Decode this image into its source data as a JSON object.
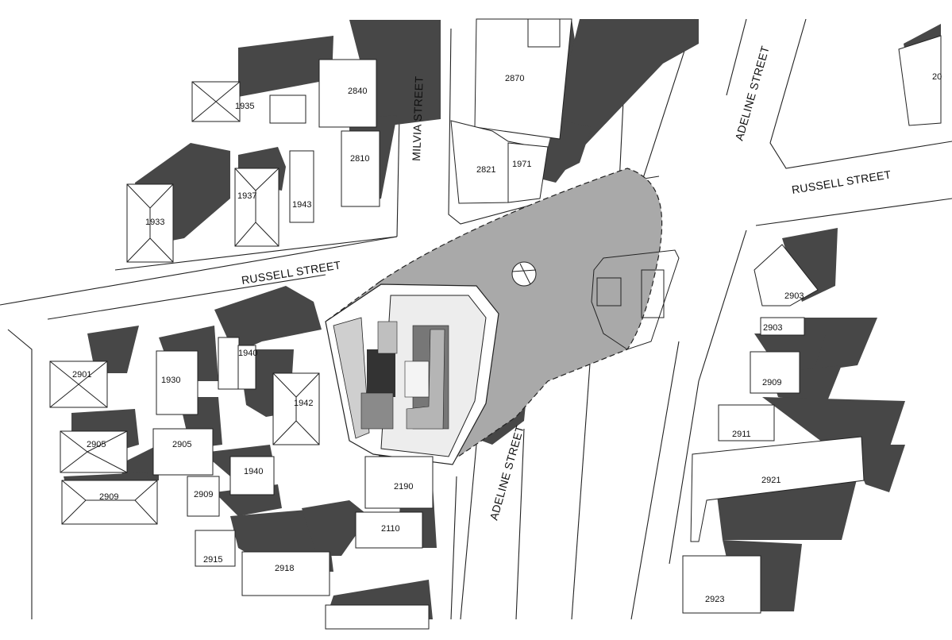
{
  "streets": {
    "russell_west": "RUSSELL STREET",
    "russell_east": "RUSSELL STREET",
    "milvia": "MILVIA STREET",
    "adeline_north": "ADELINE STREET",
    "adeline_south": "ADELINE STREET"
  },
  "parcels": {
    "p1935": "1935",
    "p2840": "2840",
    "p2870": "2870",
    "p2810": "2810",
    "p1937": "1937",
    "p1943n": "1943",
    "p1933": "1933",
    "p2821": "2821",
    "p1971": "1971",
    "p2901": "2901",
    "p1930": "1930",
    "p1940n": "1940",
    "p1942": "1942",
    "p2905a": "2905",
    "p2905b": "2905",
    "p1940s": "1940",
    "p2909w": "2909",
    "p2909c": "2909",
    "p2915": "2915",
    "p2918": "2918",
    "p2190": "2190",
    "p2110": "2110",
    "p2903a": "2903",
    "p2903b": "2903",
    "p2909e": "2909",
    "p2911": "2911",
    "p2921": "2921",
    "p2923": "2923",
    "p20": "20"
  },
  "colors": {
    "shadow": "#474747",
    "site_fill": "#a9a9a9",
    "roof": "#ffffff",
    "line": "#222222"
  }
}
